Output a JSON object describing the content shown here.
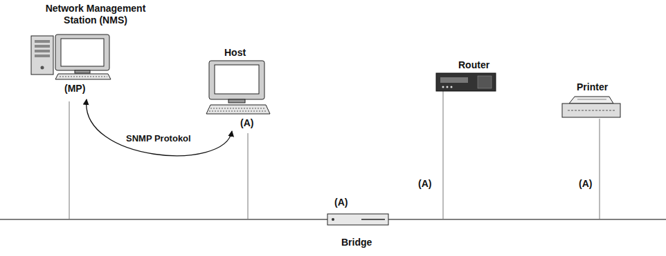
{
  "diagram": {
    "nodes": [
      {
        "text": [
          "Network Management Station (NMS)",
          "(MP)"
        ]
      },
      {
        "text": [
          "Host",
          "(A)"
        ]
      },
      {
        "text": [
          "Router",
          "(A)"
        ]
      },
      {
        "text": [
          "Printer",
          "(A)"
        ]
      },
      {
        "text": [
          "(A)",
          "Bridge"
        ]
      }
    ],
    "edges": [
      {
        "from": 0,
        "to": 1,
        "arrow": "both",
        "label": "SNMP Protokol"
      }
    ]
  }
}
